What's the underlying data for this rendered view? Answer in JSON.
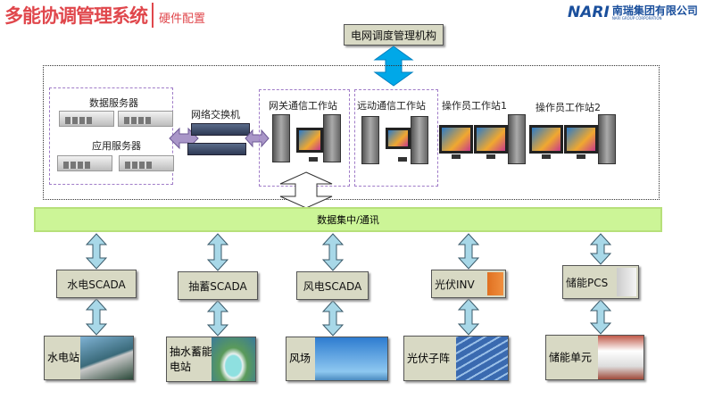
{
  "header": {
    "title": "多能协调管理系统",
    "subtitle": "硬件配置",
    "logo_text": "NARI",
    "logo_cn": "南瑞集团有限公司",
    "logo_en": "NARI GROUP CORPORATION"
  },
  "top_node": "电网调度管理机构",
  "servers": {
    "data": "数据服务器",
    "app": "应用服务器"
  },
  "switch": "网络交换机",
  "stations": [
    "网关通信工作站",
    "远动通信工作站",
    "操作员工作站1",
    "操作员工作站2"
  ],
  "bus": "数据集中/通讯",
  "columns": [
    {
      "controller": "水电SCADA",
      "field": "水电站"
    },
    {
      "controller": "抽蓄SCADA",
      "field": "抽水蓄能电站"
    },
    {
      "controller": "风电SCADA",
      "field": "风场"
    },
    {
      "controller": "光伏INV",
      "field": "光伏子阵"
    },
    {
      "controller": "储能PCS",
      "field": "储能单元"
    }
  ],
  "colors": {
    "title": "#e0474c",
    "bus": "#ccf597",
    "node": "#d8d9c4",
    "arrow_blue": "#00a8e8",
    "arrow_light": "#a8d8e8",
    "group_border": "#a07cc8"
  }
}
